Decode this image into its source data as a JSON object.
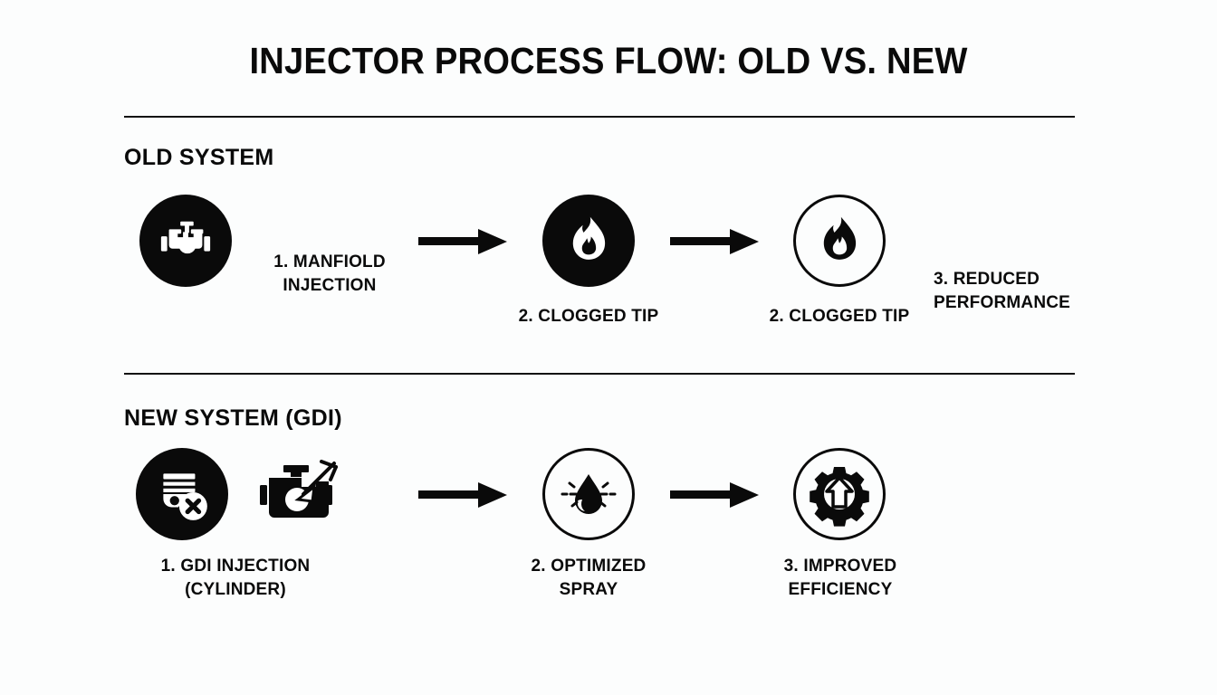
{
  "title": "INJECTOR PROCESS FLOW: OLD VS. NEW",
  "colors": {
    "background": "#fcfdfd",
    "ink": "#0a0a0a",
    "divider": "#111111"
  },
  "sections": [
    {
      "id": "old-system",
      "heading": "OLD SYSTEM",
      "steps": [
        {
          "index": "1",
          "label": "1. MANFIOLD\nINJECTION",
          "icon": "engine-manifold-icon",
          "icon_style": "filled-circle"
        },
        {
          "index": "2",
          "label": "2. CLOGGED TIP",
          "icon": "flame-icon",
          "icon_style": "filled-circle"
        },
        {
          "index": "3",
          "label": "2. CLOGGED TIP",
          "icon": "flame-icon",
          "icon_style": "outlined-circle"
        },
        {
          "index": "4",
          "label": "3. REDUCED\nPERFORMANCE",
          "icon": "none",
          "icon_style": "none"
        }
      ],
      "arrows": 2
    },
    {
      "id": "new-system",
      "heading": "NEW SYSTEM (GDI)",
      "steps": [
        {
          "index": "1",
          "label": "1. GDI INJECTION\n(CYLINDER)",
          "icon": "piston-error-icon",
          "icon_style": "filled-circle",
          "extra_icon": "engine-direct-injection-icon"
        },
        {
          "index": "2",
          "label": "2. OPTIMIZED\nSPRAY",
          "icon": "spray-droplet-icon",
          "icon_style": "outlined-circle"
        },
        {
          "index": "3",
          "label": "3. IMPROVED\nEFFICIENCY",
          "icon": "gear-up-arrow-icon",
          "icon_style": "outlined-circle"
        }
      ],
      "arrows": 2
    }
  ]
}
